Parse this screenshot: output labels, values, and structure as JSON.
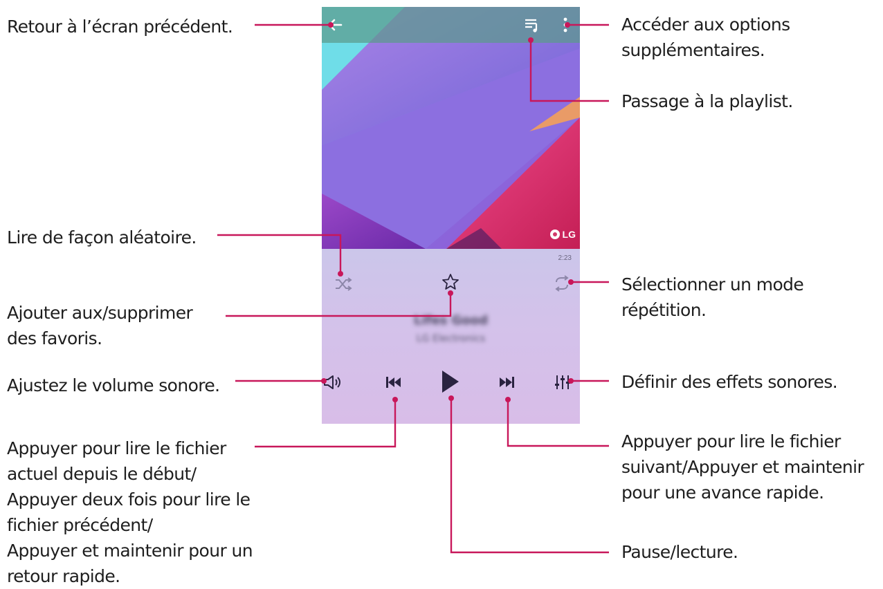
{
  "colors": {
    "leader": "#c8175a",
    "topbar": "#5c9a8c",
    "player_background": "#d3c2ea",
    "icon_dark": "#2a2340",
    "icon_light": "#8c86a8"
  },
  "phone": {
    "brand_badge": "LG",
    "time_label": "2:23",
    "song_title": "Lifes Good",
    "song_artist": "LG Electronics",
    "icons": {
      "back": "arrow-left-icon",
      "playlist": "playlist-icon",
      "more": "more-vertical-icon",
      "shuffle": "shuffle-icon",
      "favorite": "star-icon",
      "repeat": "repeat-icon",
      "volume": "speaker-icon",
      "previous": "skip-previous-icon",
      "play": "play-icon",
      "next": "skip-next-icon",
      "equalizer": "equalizer-icon"
    }
  },
  "callouts": {
    "back": "Retour à l’écran précédent.",
    "options": [
      "Accéder aux options",
      "supplémentaires."
    ],
    "playlist": "Passage à la playlist.",
    "shuffle": "Lire de façon aléatoire.",
    "favorites": [
      "Ajouter aux/supprimer",
      "des favoris."
    ],
    "repeat": [
      "Sélectionner un mode",
      "répétition."
    ],
    "volume": "Ajustez le volume sonore.",
    "effects": "Définir des effets sonores.",
    "previous": [
      "Appuyer pour lire le fichier",
      "actuel depuis le début/",
      "Appuyer deux fois pour lire le",
      "fichier précédent/",
      "Appuyer et maintenir pour un",
      "retour rapide."
    ],
    "next": [
      "Appuyer pour lire le fichier",
      "suivant/Appuyer et maintenir",
      "pour une avance rapide."
    ],
    "play": "Pause/lecture."
  }
}
